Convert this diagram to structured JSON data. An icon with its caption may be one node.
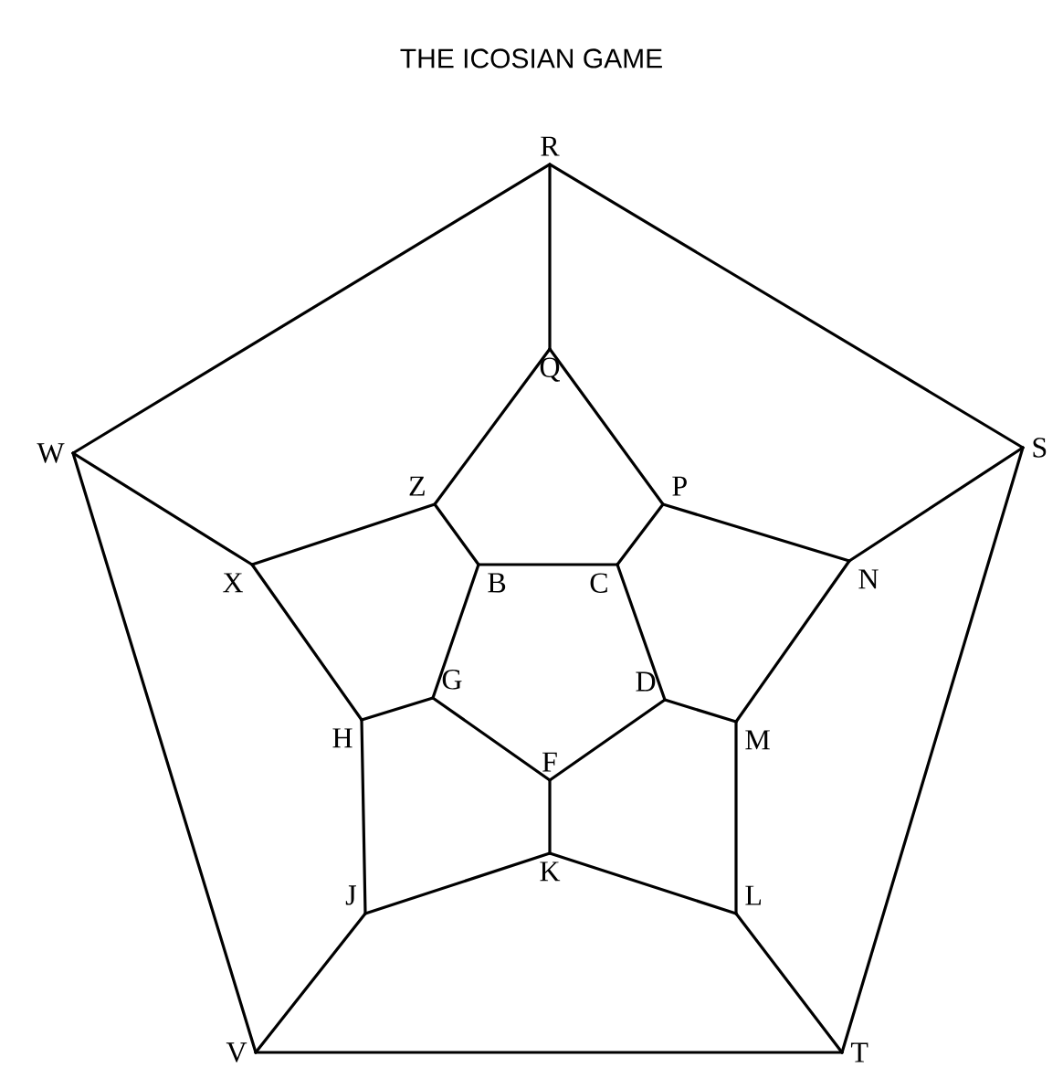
{
  "diagram": {
    "title": "THE ICOSIAN GAME",
    "nodes": [
      {
        "text": [
          "R"
        ]
      },
      {
        "text": [
          "Q"
        ]
      },
      {
        "text": [
          "W"
        ]
      },
      {
        "text": [
          "Z"
        ]
      },
      {
        "text": [
          "P"
        ]
      },
      {
        "text": [
          "S"
        ]
      },
      {
        "text": [
          "X"
        ]
      },
      {
        "text": [
          "B"
        ]
      },
      {
        "text": [
          "C"
        ]
      },
      {
        "text": [
          "N"
        ]
      },
      {
        "text": [
          "G"
        ]
      },
      {
        "text": [
          "D"
        ]
      },
      {
        "text": [
          "H"
        ]
      },
      {
        "text": [
          "M"
        ]
      },
      {
        "text": [
          "F"
        ]
      },
      {
        "text": [
          "K"
        ]
      },
      {
        "text": [
          "J"
        ]
      },
      {
        "text": [
          "L"
        ]
      },
      {
        "text": [
          "V"
        ]
      },
      {
        "text": [
          "T"
        ]
      }
    ],
    "edges": [
      {
        "from": 0,
        "to": 2,
        "arrow": "none"
      },
      {
        "from": 0,
        "to": 5,
        "arrow": "none"
      },
      {
        "from": 2,
        "to": 18,
        "arrow": "none"
      },
      {
        "from": 5,
        "to": 19,
        "arrow": "none"
      },
      {
        "from": 18,
        "to": 19,
        "arrow": "none"
      },
      {
        "from": 0,
        "to": 1,
        "arrow": "none"
      },
      {
        "from": 2,
        "to": 6,
        "arrow": "none"
      },
      {
        "from": 5,
        "to": 9,
        "arrow": "none"
      },
      {
        "from": 18,
        "to": 16,
        "arrow": "none"
      },
      {
        "from": 19,
        "to": 17,
        "arrow": "none"
      },
      {
        "from": 1,
        "to": 3,
        "arrow": "none"
      },
      {
        "from": 1,
        "to": 4,
        "arrow": "none"
      },
      {
        "from": 3,
        "to": 6,
        "arrow": "none"
      },
      {
        "from": 4,
        "to": 9,
        "arrow": "none"
      },
      {
        "from": 6,
        "to": 12,
        "arrow": "none"
      },
      {
        "from": 9,
        "to": 13,
        "arrow": "none"
      },
      {
        "from": 12,
        "to": 16,
        "arrow": "none"
      },
      {
        "from": 13,
        "to": 17,
        "arrow": "none"
      },
      {
        "from": 16,
        "to": 15,
        "arrow": "none"
      },
      {
        "from": 17,
        "to": 15,
        "arrow": "none"
      },
      {
        "from": 3,
        "to": 7,
        "arrow": "none"
      },
      {
        "from": 4,
        "to": 8,
        "arrow": "none"
      },
      {
        "from": 12,
        "to": 10,
        "arrow": "none"
      },
      {
        "from": 13,
        "to": 11,
        "arrow": "none"
      },
      {
        "from": 15,
        "to": 14,
        "arrow": "none"
      },
      {
        "from": 7,
        "to": 8,
        "arrow": "none"
      },
      {
        "from": 8,
        "to": 11,
        "arrow": "none"
      },
      {
        "from": 11,
        "to": 14,
        "arrow": "none"
      },
      {
        "from": 14,
        "to": 10,
        "arrow": "none"
      },
      {
        "from": 10,
        "to": 7,
        "arrow": "none"
      }
    ]
  }
}
